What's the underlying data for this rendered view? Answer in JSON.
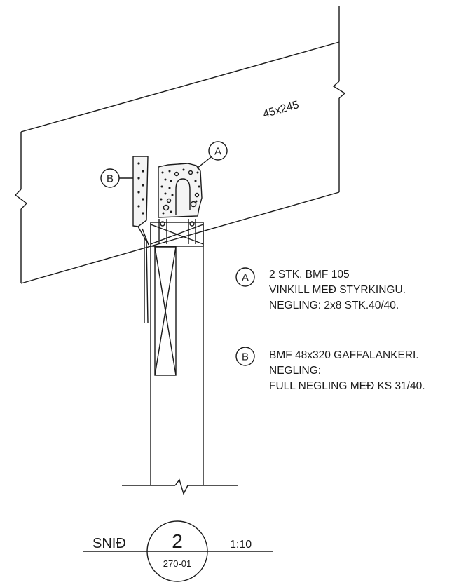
{
  "beam_label": "45x245",
  "callouts": {
    "a": {
      "letter": "A"
    },
    "b": {
      "letter": "B"
    }
  },
  "notes": {
    "a": {
      "letter": "A",
      "lines": [
        "2 STK. BMF 105",
        "VINKILL MEÐ STYRKINGU.",
        "NEGLING: 2x8 STK.40/40."
      ]
    },
    "b": {
      "letter": "B",
      "lines": [
        "BMF 48x320 GAFFALANKERI.",
        "NEGLING:",
        "FULL NEGLING MEÐ KS 31/40."
      ]
    }
  },
  "section": {
    "label": "SNIÐ",
    "number": "2",
    "sheet": "270-01",
    "scale": "1:10"
  },
  "colors": {
    "ink": "#1a1a1a",
    "plate": "#f4f4f4"
  }
}
